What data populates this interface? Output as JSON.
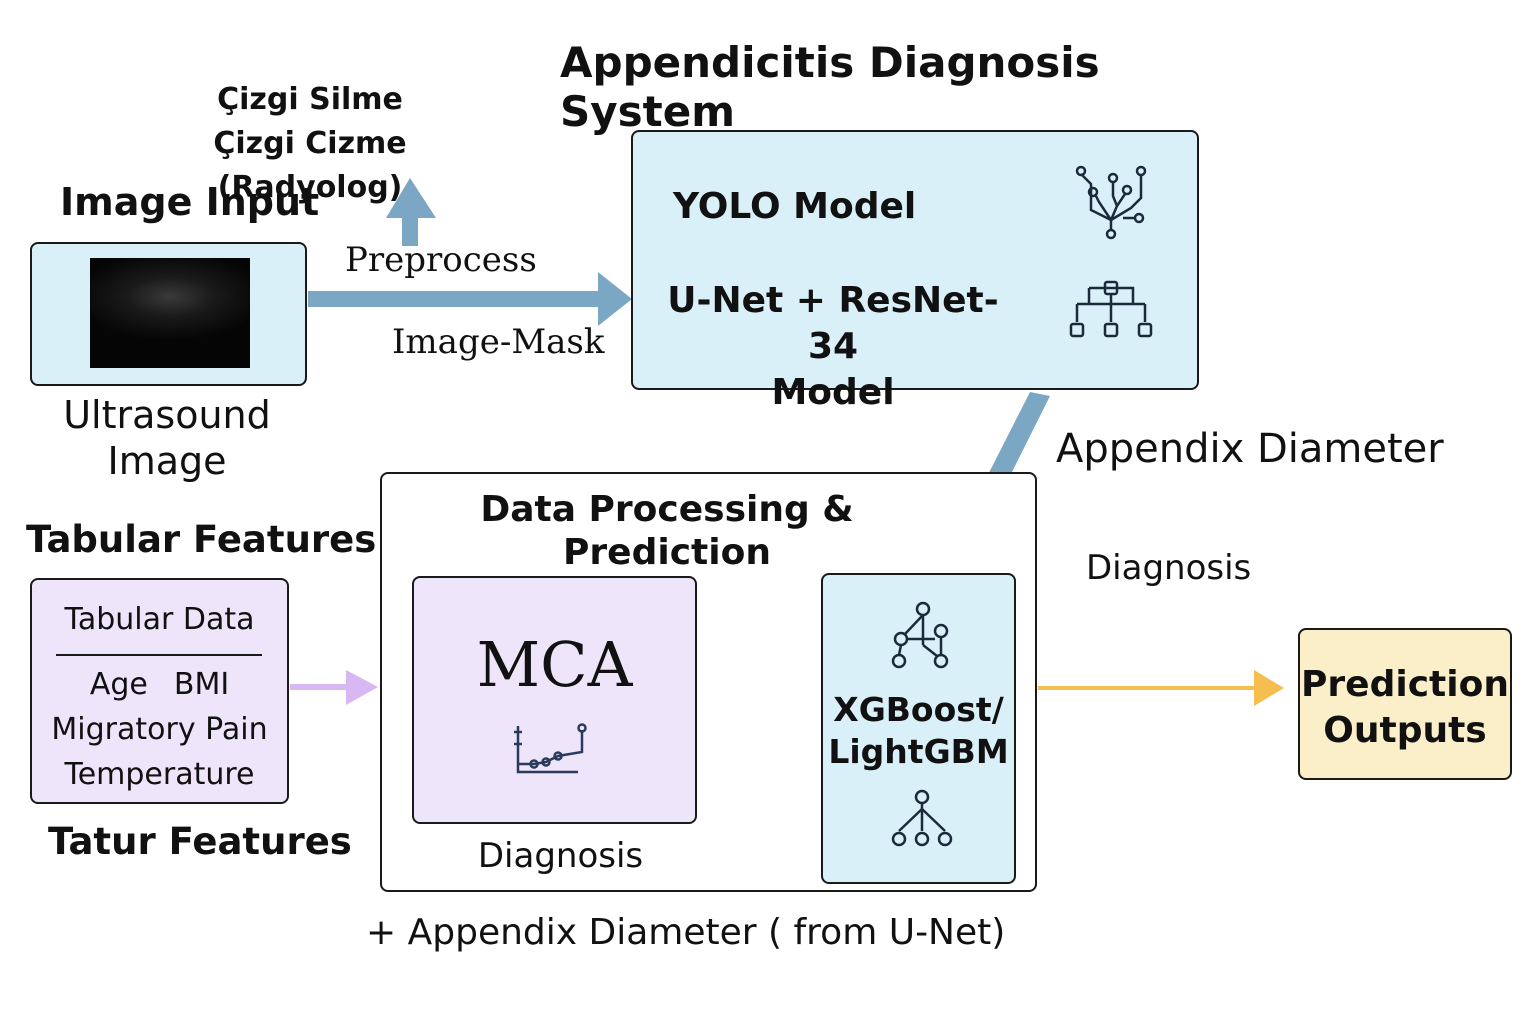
{
  "title": "Appendicitis Diagnosis System",
  "annotation": {
    "line1": "Çizgi Silme",
    "line2": "Çizgi Cizme (Radyolog)"
  },
  "image_input": {
    "heading": "Image Input",
    "caption_line1": "Ultrasound",
    "caption_line2": "Image"
  },
  "preprocess_label": "Preprocess",
  "image_mask_label": "Image-Mask",
  "models": {
    "yolo": "YOLO Model",
    "unet_line1": "U-Net + ResNet-34",
    "unet_line2": "Model",
    "yolo_icon": "circuit-tree-icon",
    "unet_icon": "hierarchy-network-icon"
  },
  "appendix_diameter_label": "Appendix Diameter",
  "diagnosis_side_label": "Diagnosis",
  "tabular": {
    "heading": "Tabular Features",
    "box_title": "Tabular Data",
    "row1_a": "Age",
    "row1_b": "BMI",
    "row2": "Migratory Pain",
    "row3": "Temperature",
    "footer": "Tatur Features"
  },
  "processing": {
    "title_line1": "Data Processing &",
    "title_line2": "Prediction",
    "mca_label": "MCA",
    "mca_icon": "line-chart-icon",
    "mca_caption": "Diagnosis",
    "xgb_line1": "XGBoost/",
    "xgb_line2": "LightGBM",
    "xgb_icon_top": "network-nodes-icon",
    "xgb_icon_bottom": "tree-nodes-icon"
  },
  "prediction_outputs": {
    "line1": "Prediction",
    "line2": "Outputs"
  },
  "footnote": "+ Appendix Diameter ( from U-Net)",
  "colors": {
    "blue_arrow": "#7ba7c4",
    "light_blue_fill": "#daf0f9",
    "purple_fill": "#efe5fb",
    "purple_arrow": "#d7b8f3",
    "yellow_fill": "#fbefc9",
    "orange_arrow": "#f6bd4f"
  }
}
